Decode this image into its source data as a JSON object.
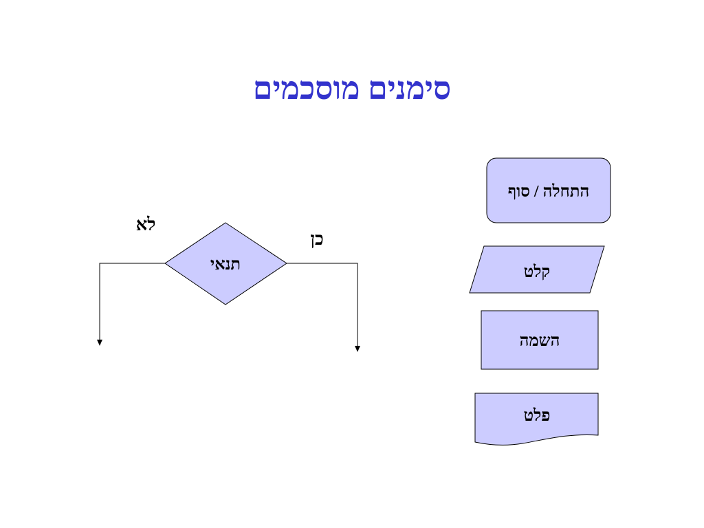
{
  "slide": {
    "title": "סימנים מוסכמים"
  },
  "symbols": {
    "terminal": "התחלה / סוף",
    "input": "קלט",
    "assignment": "השמה",
    "output": "פלט"
  },
  "decision": {
    "condition": "תנאי",
    "yes": "כן",
    "no": "לא"
  },
  "colors": {
    "title": "#3333cc",
    "shape_fill": "#ccccff",
    "stroke": "#000000"
  }
}
